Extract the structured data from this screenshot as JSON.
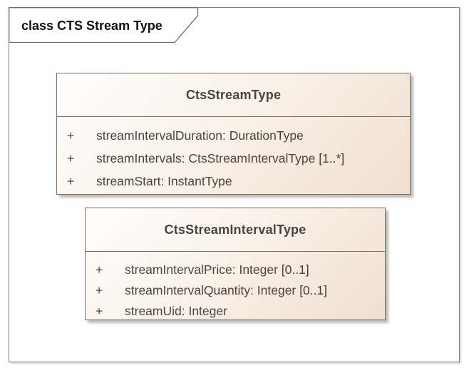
{
  "diagram": {
    "frame_title": "class CTS Stream Type",
    "classes": [
      {
        "name": "CtsStreamType",
        "attributes": [
          {
            "visibility": "+",
            "text": "streamIntervalDuration: DurationType"
          },
          {
            "visibility": "+",
            "text": "streamIntervals: CtsStreamIntervalType [1..*]"
          },
          {
            "visibility": "+",
            "text": "streamStart: InstantType"
          }
        ]
      },
      {
        "name": "CtsStreamIntervalType",
        "attributes": [
          {
            "visibility": "+",
            "text": "streamIntervalPrice: Integer [0..1]"
          },
          {
            "visibility": "+",
            "text": "streamIntervalQuantity: Integer [0..1]"
          },
          {
            "visibility": "+",
            "text": "streamUid: Integer"
          }
        ]
      }
    ],
    "colors": {
      "class_fill_start": "#fffefd",
      "class_fill_end": "#f0dfcf",
      "class_border": "#7d6b66",
      "class_text": "#4b4342",
      "frame_border": "#818181",
      "title_text": "#111111"
    }
  }
}
